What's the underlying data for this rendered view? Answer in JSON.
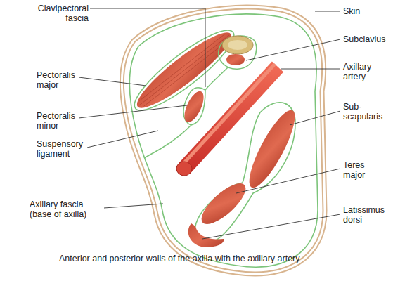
{
  "diagram": {
    "caption": "Anterior and posterior walls of the axilla with the axillary artery",
    "labels": [
      "Clavipectoral fascia",
      "Pectoralis major",
      "Pectoralis minor",
      "Suspensory ligament",
      "Axillary fascia (base of axilla)",
      "Skin",
      "Subclavius",
      "Axillary artery",
      "Sub- scapularis",
      "Teres major",
      "Latissimus dorsi"
    ]
  }
}
